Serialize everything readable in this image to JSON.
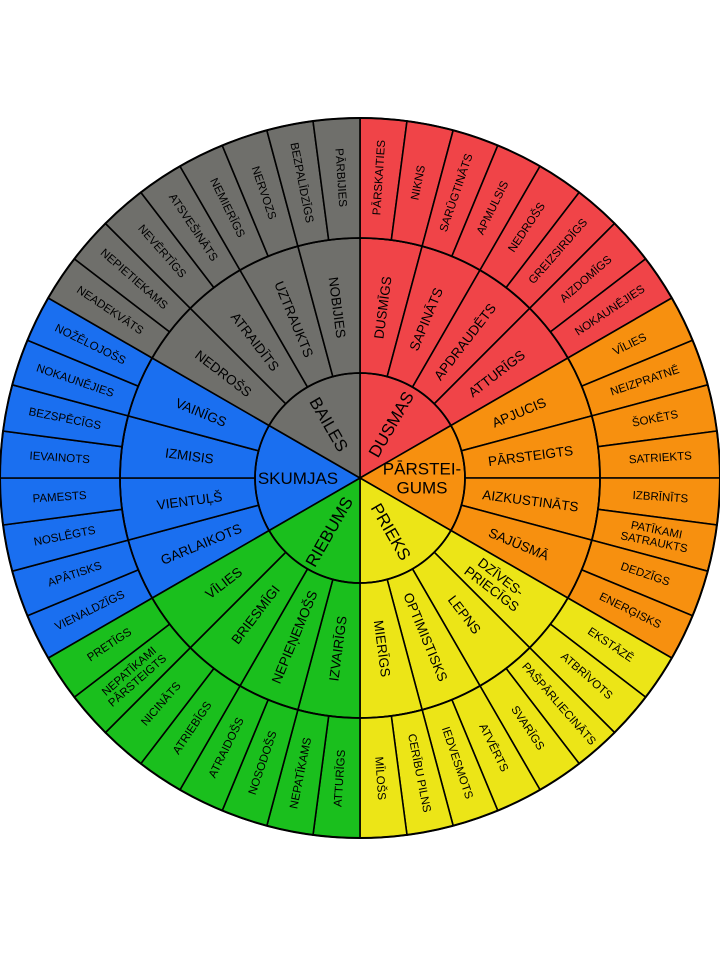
{
  "emotions": [
    {
      "name": "DUSMAS",
      "color": "#f04448",
      "sectors": [
        {
          "name": "DUSMĪGS",
          "leaves": [
            "PĀRSKAITIES",
            "NIKNS"
          ]
        },
        {
          "name": "SAPINĀTS",
          "leaves": [
            "SARŪGTINĀTS",
            "APMULSIS"
          ]
        },
        {
          "name": "APDRAUDĒTS",
          "leaves": [
            "NEDROŠS",
            "GREIZSIRDĪGS"
          ]
        },
        {
          "name": "ATTURĪGS",
          "leaves": [
            "AIZDOMĪGS",
            "NOKAUNĒJIES"
          ]
        }
      ]
    },
    {
      "name": "PĀRSTEI-\nGUMS",
      "color": "#f7900f",
      "sectors": [
        {
          "name": "APJUCIS",
          "leaves": [
            "VĪLIES",
            "NEIZPRATNĒ"
          ]
        },
        {
          "name": "PĀRSTEIGTS",
          "leaves": [
            "ŠOKĒTS",
            "SATRIEKTS"
          ]
        },
        {
          "name": "AIZKUSTINĀTS",
          "leaves": [
            "IZBRĪNĪTS",
            "PATĪKAMI\nSATRAUKTS"
          ]
        },
        {
          "name": "SAJŪSMĀ",
          "leaves": [
            "DEDZĪGS",
            "ENERĢISKS"
          ]
        }
      ]
    },
    {
      "name": "PRIEKS",
      "color": "#ece517",
      "sectors": [
        {
          "name": "DZĪVES-\nPRIECĪGS",
          "leaves": [
            "EKSTĀZĒ",
            "ATBRĪVOTS"
          ]
        },
        {
          "name": "LEPNS",
          "leaves": [
            "PAŠPĀRLIECINĀTS",
            "SVARĪGS"
          ]
        },
        {
          "name": "OPTIMISTISKS",
          "leaves": [
            "ATVĒRTS",
            "IEDVESMOTS"
          ]
        },
        {
          "name": "MIERĪGS",
          "leaves": [
            "CERĪBU PILNS",
            "MĪLOŠS"
          ]
        }
      ]
    },
    {
      "name": "RIEBUMS",
      "color": "#1abf1d",
      "sectors": [
        {
          "name": "IZVAIRĪGS",
          "leaves": [
            "ATTURĪGS",
            "NEPATĪKAMS"
          ]
        },
        {
          "name": "NEPIEŅEMOŠS",
          "leaves": [
            "NOSODOŠS",
            "ATRAIDOŠS"
          ]
        },
        {
          "name": "BRIESMĪGI",
          "leaves": [
            "ATRIEBĪGS",
            "NICINĀTS"
          ]
        },
        {
          "name": "VĪLIES",
          "leaves": [
            "NEPATĪKAMI\nPĀRSTEIGTS",
            "PRETĪGS"
          ]
        }
      ]
    },
    {
      "name": "SKUMJAS",
      "color": "#1a6ff0",
      "sectors": [
        {
          "name": "GARLAIKOTS",
          "leaves": [
            "VIENALDZĪGS",
            "APĀTISKS"
          ]
        },
        {
          "name": "VIENTUĻŠ",
          "leaves": [
            "NOSLĒGTS",
            "PAMESTS"
          ]
        },
        {
          "name": "IZMISIS",
          "leaves": [
            "IEVAINOTS",
            "BEZSPĒCĪGS"
          ]
        },
        {
          "name": "VAINĪGS",
          "leaves": [
            "NOKAUNĒJIES",
            "NOŽĒLOJOŠS"
          ]
        }
      ]
    },
    {
      "name": "BAILES",
      "color": "#6f6f6b",
      "sectors": [
        {
          "name": "NEDROŠS",
          "leaves": [
            "NEADEKVĀTS",
            "NEPIETIEKAMS"
          ]
        },
        {
          "name": "ATRAIDĪTS",
          "leaves": [
            "NEVĒRTĪGS",
            "ATSVEŠINĀTS"
          ]
        },
        {
          "name": "UZTRAUKTS",
          "leaves": [
            "NEMIERĪGS",
            "NERVOZS"
          ]
        },
        {
          "name": "NOBIJIES",
          "leaves": [
            "BEZPALĪDZĪGS",
            "PĀRBIJIES"
          ]
        }
      ]
    }
  ]
}
